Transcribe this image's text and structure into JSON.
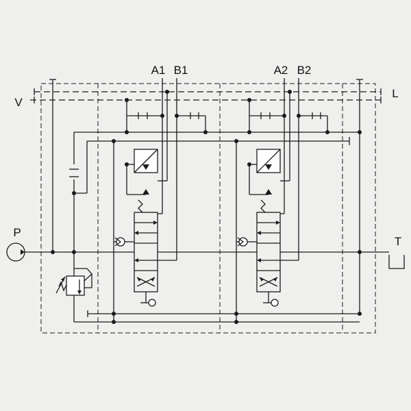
{
  "ports": {
    "V": "V",
    "L": "L",
    "P": "P",
    "T": "T",
    "A1": "A1",
    "B1": "B1",
    "A2": "A2",
    "B2": "B2"
  },
  "sections": [
    {
      "work_ports": [
        "A1",
        "B1"
      ]
    },
    {
      "work_ports": [
        "A2",
        "B2"
      ]
    }
  ],
  "colors": {
    "background": "#efefed",
    "line": "#1a1a1a"
  }
}
